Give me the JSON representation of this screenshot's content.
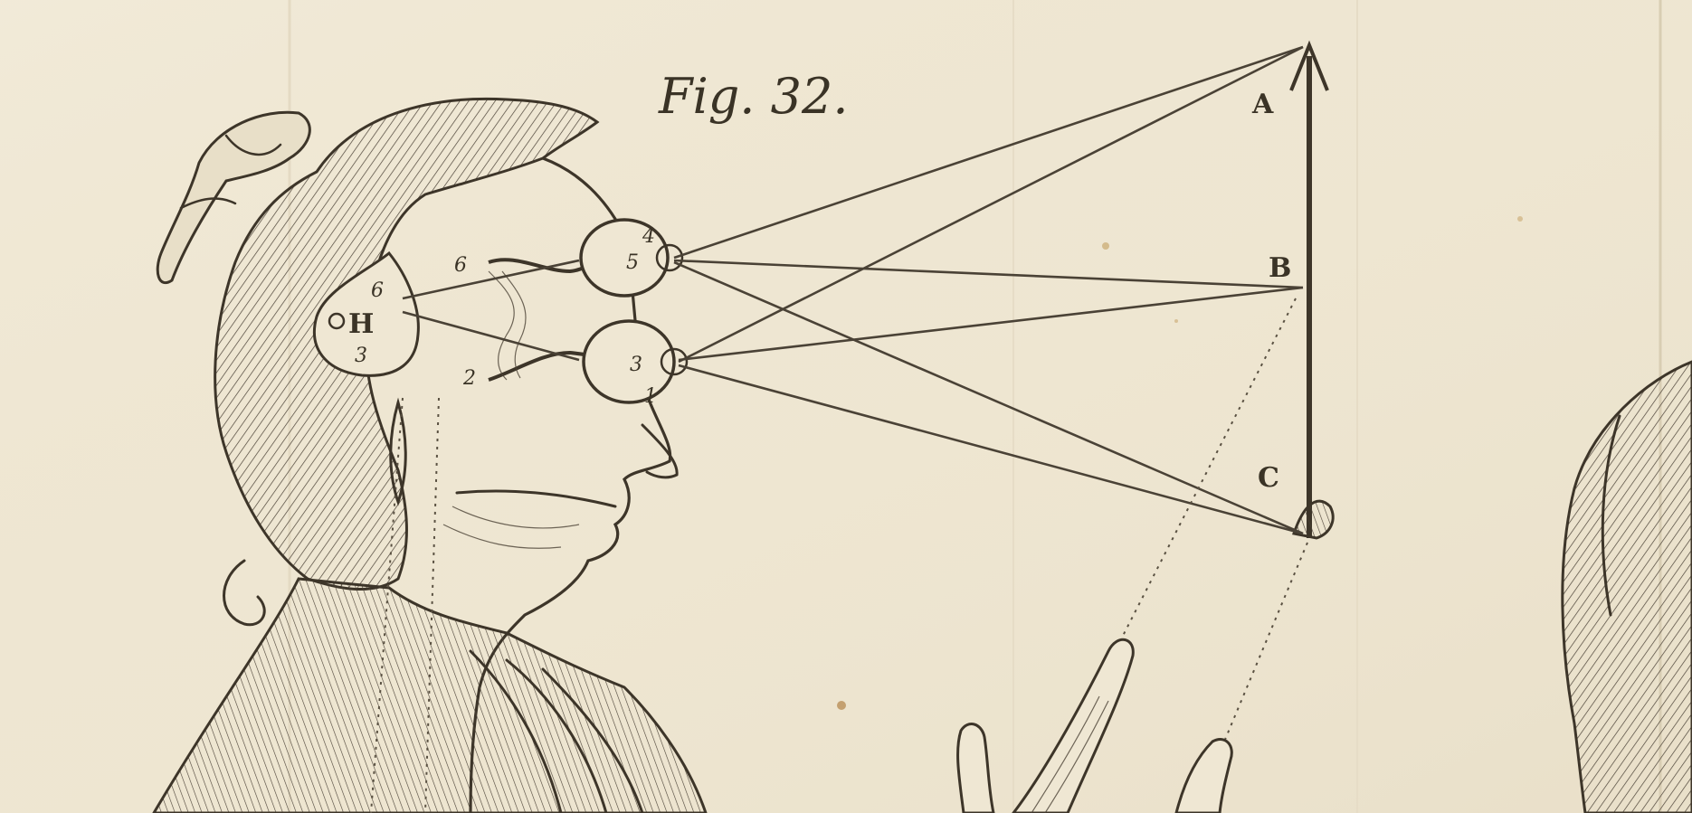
{
  "figure": {
    "title": "Fig. 32.",
    "object_labels": {
      "top": "A",
      "middle": "B",
      "bottom": "C"
    },
    "brain_label": "H",
    "eye_markers": [
      "1",
      "2",
      "3",
      "4",
      "5",
      "6"
    ],
    "colors": {
      "paper": "#efe7d3",
      "ink": "#3d3529",
      "ray": "#4a4236"
    }
  }
}
